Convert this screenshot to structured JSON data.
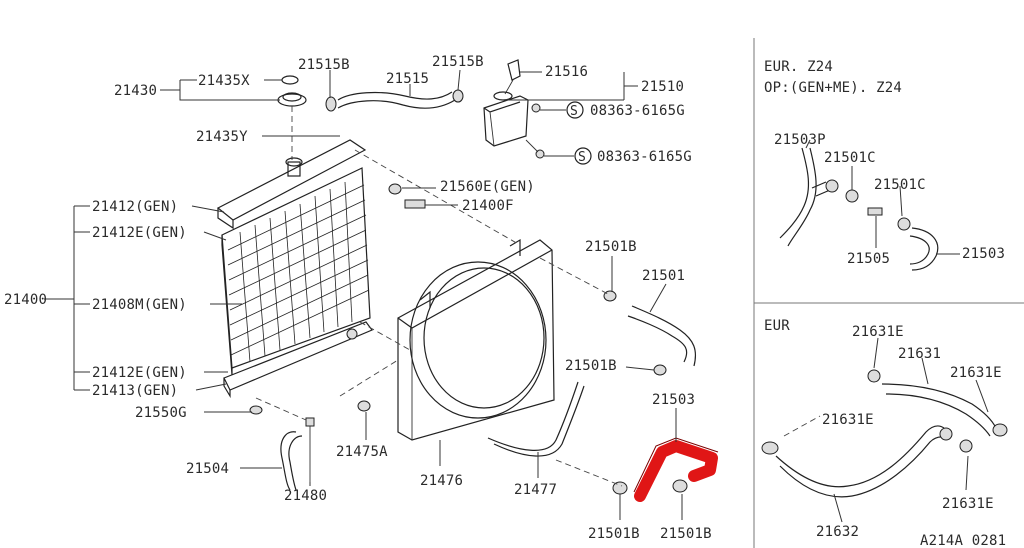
{
  "colors": {
    "highlight_hose": "#e01616",
    "line": "#222222",
    "background": "#ffffff"
  },
  "labels": {
    "p21430": "21430",
    "p21435x": "21435X",
    "p21515b_a": "21515B",
    "p21515": "21515",
    "p21515b_b": "21515B",
    "p21516": "21516",
    "p21510": "21510",
    "p08363_a": "08363-6165G",
    "p08363_b": "08363-6165G",
    "p21435y": "21435Y",
    "p21560e": "21560E(GEN)",
    "p21400f": "21400F",
    "p21412": "21412(GEN)",
    "p21412e_top": "21412E(GEN)",
    "p21400": "21400",
    "p21408m": "21408M(GEN)",
    "p21412e_bot": "21412E(GEN)",
    "p21413": "21413(GEN)",
    "p21550g": "21550G",
    "p21504": "21504",
    "p21480": "21480",
    "p21475a": "21475A",
    "p21476": "21476",
    "p21477": "21477",
    "p21501b_top": "21501B",
    "p21501": "21501",
    "p21501b_mid": "21501B",
    "p21503": "21503",
    "p21501b_bl": "21501B",
    "p21501b_br": "21501B",
    "s_symbol": "S"
  },
  "panel_top": {
    "line1": "EUR. Z24",
    "line2": "OP:(GEN+ME). Z24",
    "p21503p": "21503P",
    "p21501c_a": "21501C",
    "p21501c_b": "21501C",
    "p21505": "21505",
    "p21503": "21503"
  },
  "panel_bottom": {
    "title": "EUR",
    "p21631e_a": "21631E",
    "p21631": "21631",
    "p21631e_b": "21631E",
    "p21631e_c": "21631E",
    "p21631e_d": "21631E",
    "p21632": "21632"
  },
  "footer": {
    "code": "A214A 0281"
  }
}
